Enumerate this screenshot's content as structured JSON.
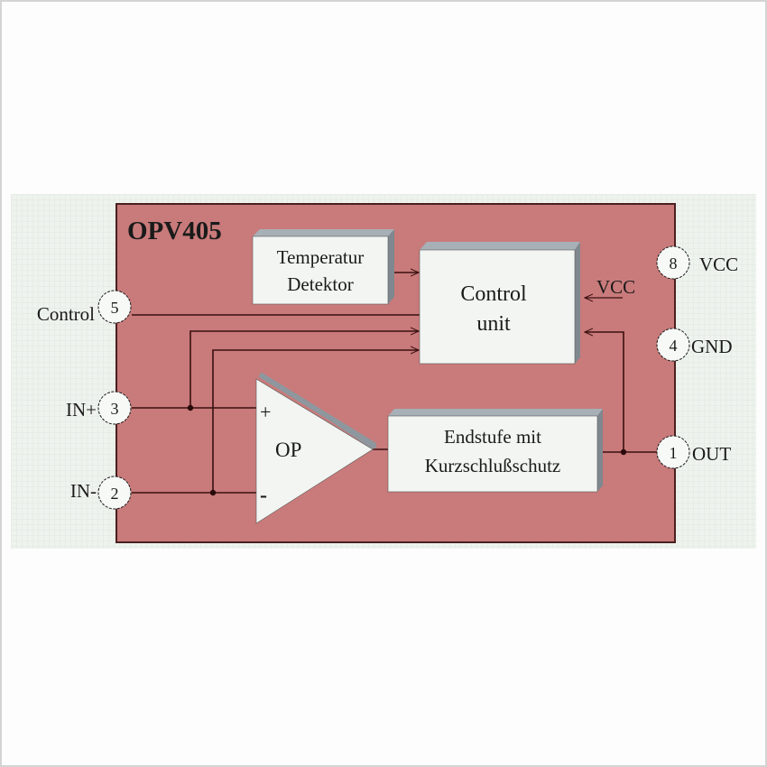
{
  "diagram": {
    "title": "OPV405",
    "blocks": {
      "temp_detector": {
        "line1": "Temperatur",
        "line2": "Detektor"
      },
      "control_unit": {
        "line1": "Control",
        "line2": "unit"
      },
      "output_stage": {
        "line1": "Endstufe mit",
        "line2": "Kurzschlußschutz"
      },
      "opamp": {
        "label": "OP",
        "plus": "+",
        "minus": "-"
      }
    },
    "internal_labels": {
      "vcc": "VCC"
    },
    "pins": [
      {
        "number": "5",
        "name": "Control"
      },
      {
        "number": "3",
        "name": "IN+"
      },
      {
        "number": "2",
        "name": "IN-"
      },
      {
        "number": "8",
        "name": "VCC"
      },
      {
        "number": "4",
        "name": "GND"
      },
      {
        "number": "1",
        "name": "OUT"
      }
    ],
    "colors": {
      "chip_fill": "#c97a7a",
      "chip_border": "#4a2020",
      "block_fill": "#f2f5f2",
      "block_shadow": "#8e979e",
      "wire": "#3a1010",
      "panel": "#eef3ee"
    }
  }
}
